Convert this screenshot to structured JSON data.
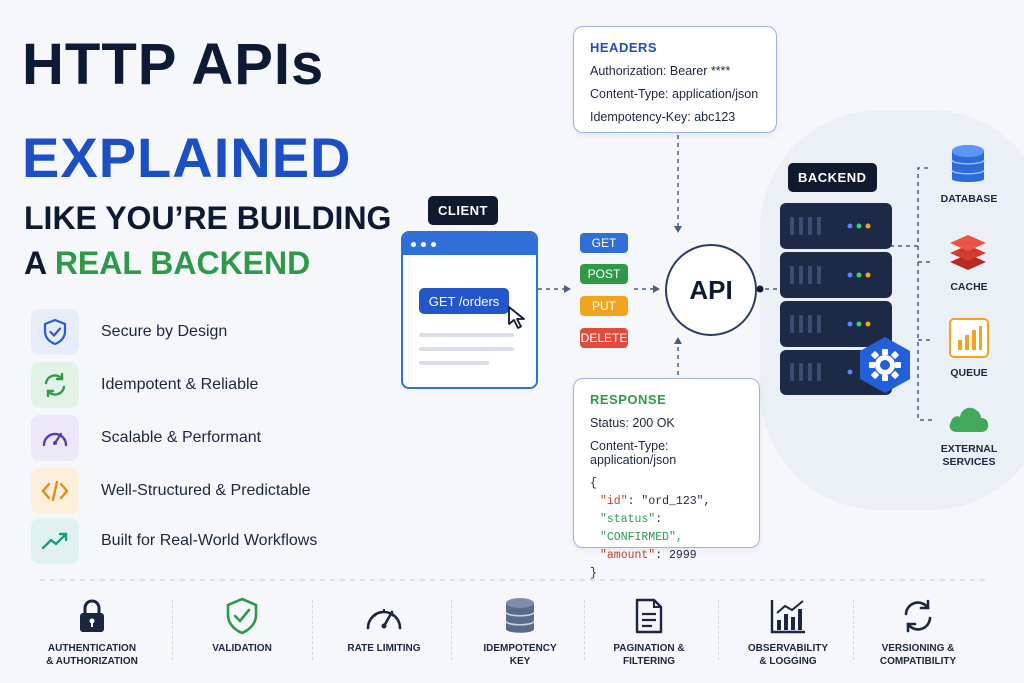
{
  "title": {
    "line1": "HTTP APIs",
    "line2": "EXPLAINED",
    "line3": "LIKE YOU’RE BUILDING",
    "line4_prefix": "A ",
    "line4_highlight": "REAL BACKEND"
  },
  "features": [
    {
      "label": "Secure by Design",
      "icon": "shield-check-icon"
    },
    {
      "label": "Idempotent & Reliable",
      "icon": "refresh-icon"
    },
    {
      "label": "Scalable & Performant",
      "icon": "gauge-icon"
    },
    {
      "label": "Well-Structured & Predictable",
      "icon": "code-icon"
    },
    {
      "label": "Built for Real-World Workflows",
      "icon": "trend-up-icon"
    }
  ],
  "client": {
    "label": "CLIENT",
    "request_button": "GET /orders"
  },
  "methods": [
    "GET",
    "POST",
    "PUT",
    "DELETE"
  ],
  "api_label": "API",
  "headers_box": {
    "title": "HEADERS",
    "lines": [
      "Authorization: Bearer ****",
      "Content-Type: application/json",
      "Idempotency-Key: abc123"
    ]
  },
  "response_box": {
    "title": "RESPONSE",
    "status": "Status: 200 OK",
    "content_type": "Content-Type: application/json",
    "json_open": "{",
    "json_close": "}",
    "fields": [
      {
        "key": "\"id\"",
        "value": "\"ord_123\","
      },
      {
        "key": "\"status\"",
        "value": "\"CONFIRMED\","
      },
      {
        "key": "\"amount\"",
        "value": "2999"
      }
    ]
  },
  "backend_label": "BACKEND",
  "services": [
    {
      "label": "DATABASE",
      "icon": "database-icon"
    },
    {
      "label": "CACHE",
      "icon": "cache-layers-icon"
    },
    {
      "label": "QUEUE",
      "icon": "queue-bars-icon"
    },
    {
      "label": "EXTERNAL\nSERVICES",
      "line1": "EXTERNAL",
      "line2": "SERVICES",
      "icon": "cloud-icon"
    }
  ],
  "bottom": [
    {
      "line1": "AUTHENTICATION",
      "line2": "& AUTHORIZATION",
      "icon": "lock-icon"
    },
    {
      "line1": "VALIDATION",
      "line2": "",
      "icon": "shield-check-icon"
    },
    {
      "line1": "RATE LIMITING",
      "line2": "",
      "icon": "speedometer-icon"
    },
    {
      "line1": "IDEMPOTENCY",
      "line2": "KEY",
      "icon": "database-icon"
    },
    {
      "line1": "PAGINATION &",
      "line2": "FILTERING",
      "icon": "document-icon"
    },
    {
      "line1": "OBSERVABILITY",
      "line2": "& LOGGING",
      "icon": "chart-icon"
    },
    {
      "line1": "VERSIONING &",
      "line2": "COMPATIBILITY",
      "icon": "sync-icon"
    }
  ],
  "colors": {
    "navy": "#0d1a33",
    "blue": "#1d4fc4",
    "green": "#2e9a49",
    "get": "#2f6fd6",
    "post": "#2e9a49",
    "put": "#f2a51c",
    "delete": "#e14b3b"
  }
}
